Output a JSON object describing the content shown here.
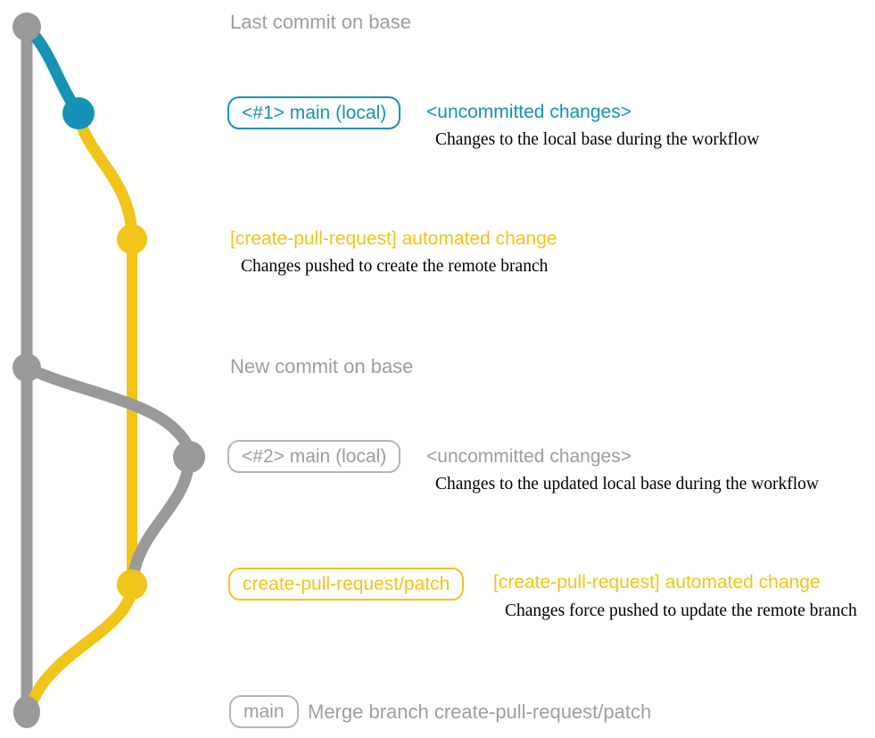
{
  "colors": {
    "teal": "#1592b4",
    "yellow": "#f0c419",
    "gray": "#999999",
    "graytext": "#9e9e9e",
    "grayborder": "#b6b6b6",
    "ink": "#000000"
  },
  "captions": {
    "last_commit_on_base": "Last commit on base",
    "new_commit_on_base": "New commit on base"
  },
  "step1": {
    "branch_label": "<#1> main (local)",
    "status": "<uncommitted changes>",
    "desc": "Changes to the local base during the workflow"
  },
  "push1": {
    "title": "[create-pull-request] automated change",
    "desc": "Changes pushed to create the remote branch"
  },
  "step2": {
    "branch_label": "<#2> main (local)",
    "status": "<uncommitted changes>",
    "desc": "Changes to the updated local base during the workflow"
  },
  "push2": {
    "branch_label": "create-pull-request/patch",
    "title": "[create-pull-request] automated change",
    "desc": "Changes force pushed to update the remote branch"
  },
  "merge": {
    "branch_label": "main",
    "message": "Merge branch create-pull-request/patch"
  }
}
